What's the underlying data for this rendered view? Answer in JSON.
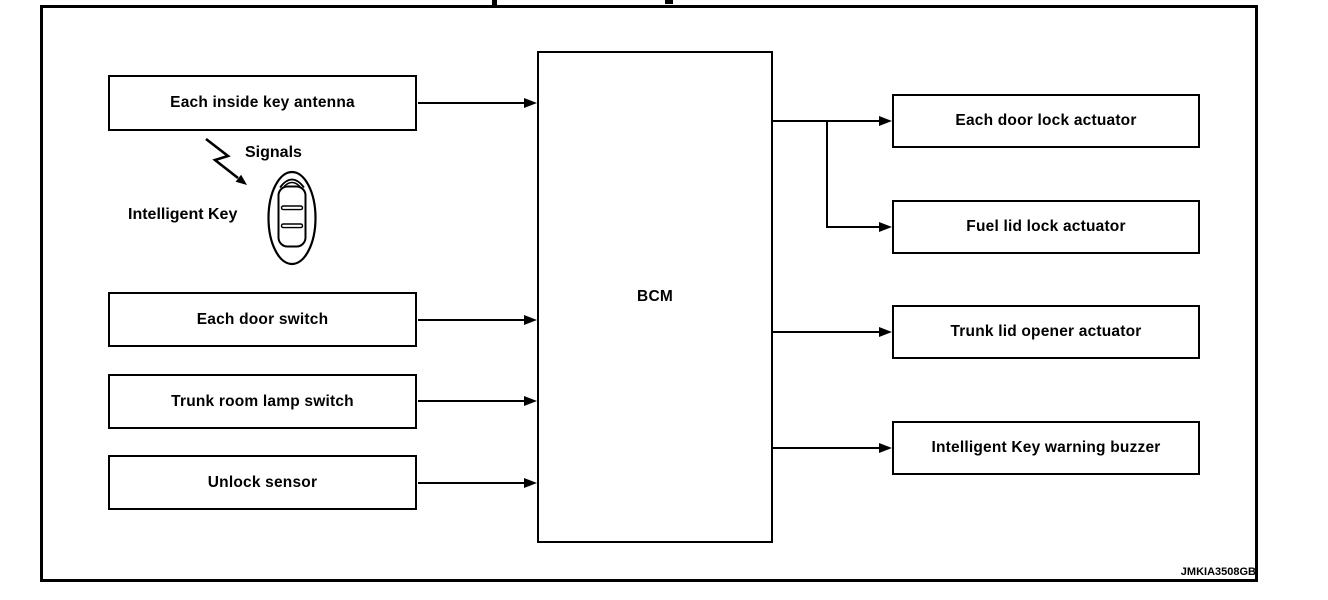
{
  "figure": {
    "controller": {
      "label": "BCM"
    },
    "inputs": [
      {
        "label": "Each inside key antenna"
      },
      {
        "label": "Each door switch"
      },
      {
        "label": "Trunk room lamp switch"
      },
      {
        "label": "Unlock sensor"
      }
    ],
    "outputs": [
      {
        "label": "Each door lock actuator"
      },
      {
        "label": "Fuel lid lock actuator"
      },
      {
        "label": "Trunk lid opener actuator"
      },
      {
        "label": "Intelligent Key warning buzzer"
      }
    ],
    "annotations": {
      "signals": "Signals",
      "intelligent_key": "Intelligent Key"
    },
    "stamp": "JMKIA3508GB",
    "colors": {
      "line": "#000000",
      "background": "#ffffff"
    }
  }
}
